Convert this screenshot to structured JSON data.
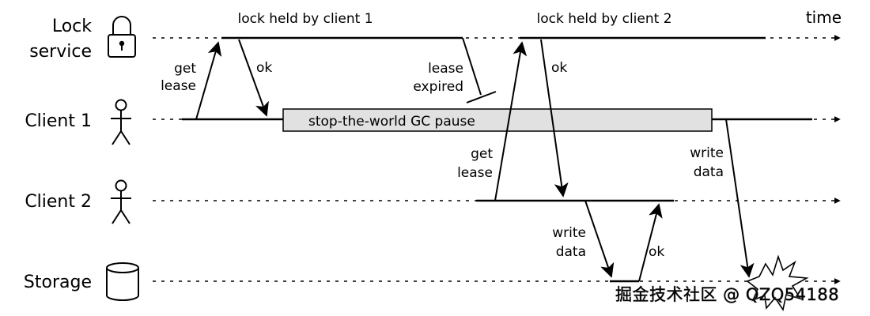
{
  "lanes": {
    "lock_service": [
      "Lock",
      "service"
    ],
    "client1": "Client 1",
    "client2": "Client 2",
    "storage": "Storage"
  },
  "time_label": "time",
  "lock_held_client1": "lock held by client 1",
  "lock_held_client2": "lock held by client 2",
  "gc_pause": "stop-the-world GC pause",
  "client1_get_lease": [
    "get",
    "lease"
  ],
  "client1_ok": "ok",
  "lease_expired": [
    "lease",
    "expired"
  ],
  "client2_get_lease": [
    "get",
    "lease"
  ],
  "client2_ok": "ok",
  "client2_write": [
    "write",
    "data"
  ],
  "storage_ok": "ok",
  "client1_write": [
    "write",
    "data"
  ],
  "watermark": "掘金技术社区 @ QZQ54188",
  "icons": [
    "lock-icon",
    "person-icon",
    "person-icon",
    "database-icon"
  ],
  "colors": {
    "gc_fill": "#e1e1e1",
    "line": "#000000"
  }
}
